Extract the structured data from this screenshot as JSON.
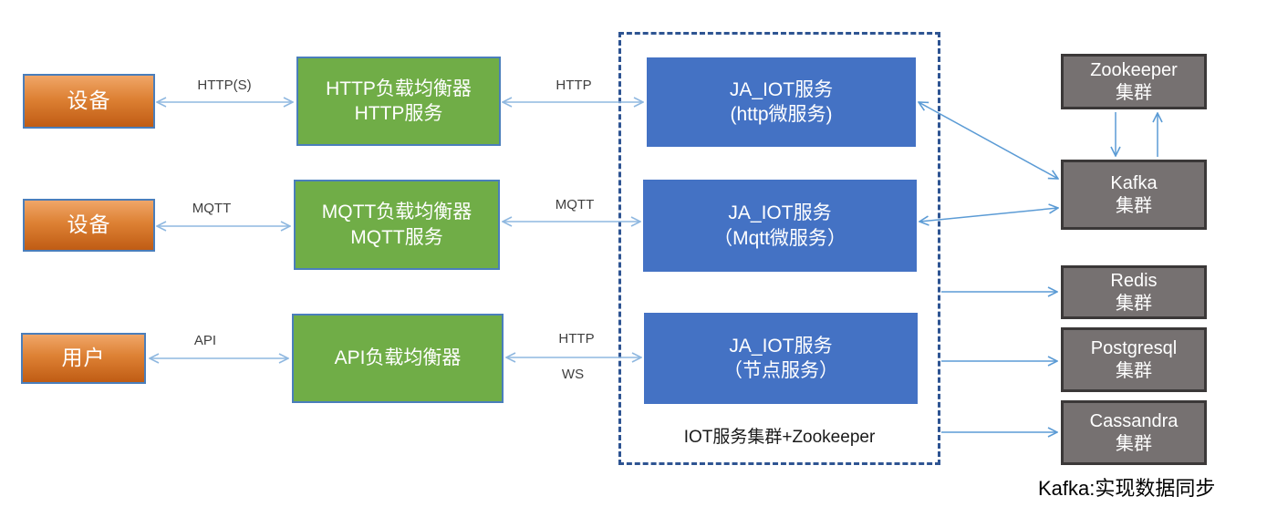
{
  "nodes": {
    "sources": [
      {
        "label": "设备"
      },
      {
        "label": "设备"
      },
      {
        "label": "用户"
      }
    ],
    "balancers": [
      {
        "line1": "HTTP负载均衡器",
        "line2": "HTTP服务"
      },
      {
        "line1": "MQTT负载均衡器",
        "line2": "MQTT服务"
      },
      {
        "line1": "API负载均衡器",
        "line2": ""
      }
    ],
    "services": [
      {
        "line1": "JA_IOT服务",
        "line2": "(http微服务)"
      },
      {
        "line1": "JA_IOT服务",
        "line2": "（Mqtt微服务）"
      },
      {
        "line1": "JA_IOT服务",
        "line2": "（节点服务）"
      }
    ],
    "clusters": [
      {
        "line1": "Zookeeper",
        "line2": "集群"
      },
      {
        "line1": "Kafka",
        "line2": "集群"
      },
      {
        "line1": "Redis",
        "line2": "集群"
      },
      {
        "line1": "Postgresql",
        "line2": "集群"
      },
      {
        "line1": "Cassandra",
        "line2": "集群"
      }
    ]
  },
  "labels": {
    "edge_http_s": "HTTP(S)",
    "edge_http_row1": "HTTP",
    "edge_mqtt_left": "MQTT",
    "edge_mqtt_mid": "MQTT",
    "edge_api": "API",
    "edge_http_row3": "HTTP",
    "edge_ws": "WS",
    "cluster_container": "IOT服务集群+Zookeeper",
    "footnote": "Kafka:实现数据同步"
  },
  "colors": {
    "source_fill_top": "#F0A668",
    "source_fill_bottom": "#C05C14",
    "source_border": "#4A7EBB",
    "balancer_fill": "#70AD47",
    "service_fill": "#4472C4",
    "cluster_fill": "#767171",
    "cluster_border": "#3B3838",
    "container_border": "#2E5492",
    "arrow_light": "#8FB8E0",
    "arrow_mid": "#5B9BD5",
    "label_text": "#3F3F3F"
  }
}
